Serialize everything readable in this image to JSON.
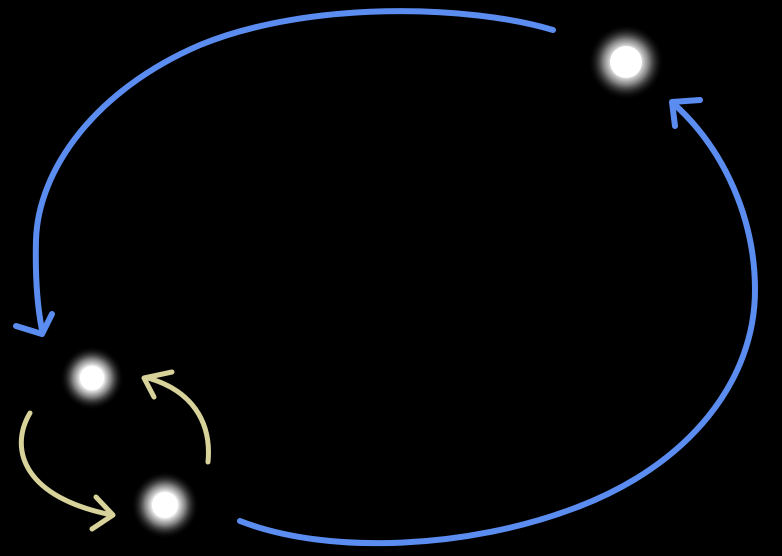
{
  "diagram": {
    "background_color": "#000000",
    "stars": [
      {
        "id": "star-a",
        "icon": "glowing-star"
      },
      {
        "id": "star-b",
        "icon": "glowing-star"
      },
      {
        "id": "star-c",
        "icon": "glowing-star"
      }
    ],
    "outer_orbit_color": "#5b8cf0",
    "inner_orbit_color": "#d8d39a",
    "star_core_color": "#ffffff"
  }
}
